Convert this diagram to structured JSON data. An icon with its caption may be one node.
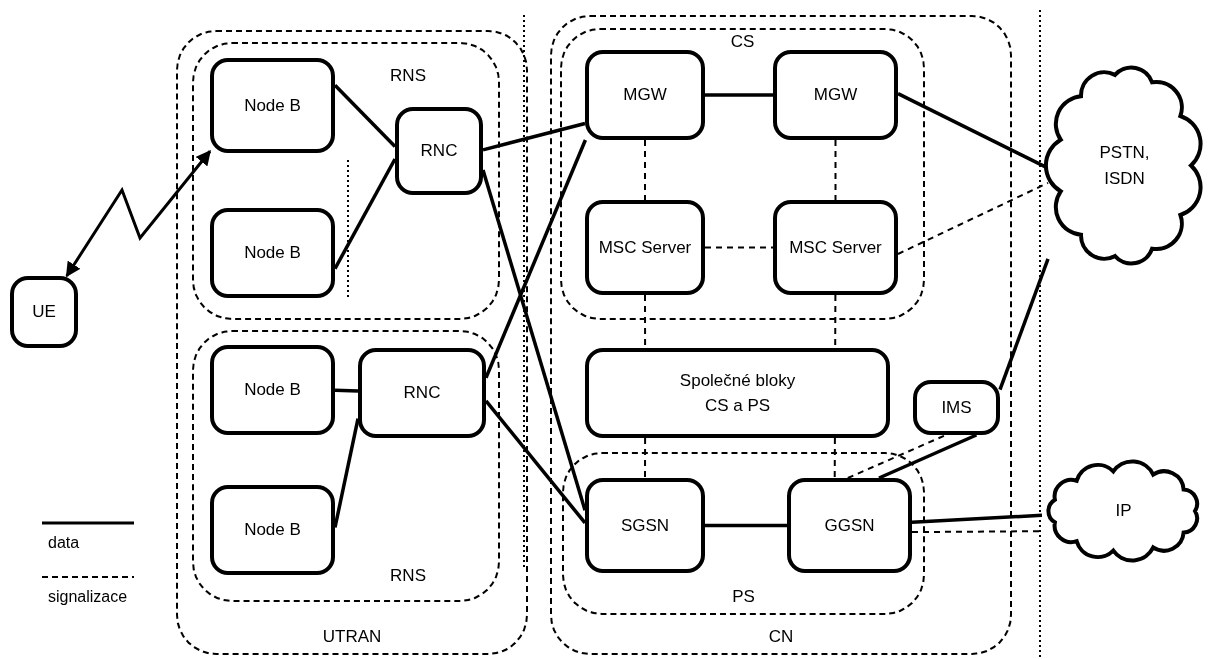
{
  "diagram": {
    "nodes": [
      {
        "text": [
          "UTRAN"
        ]
      },
      {
        "text": [
          "RNS"
        ],
        "in": 0
      },
      {
        "text": [
          "Node B"
        ],
        "in": 1
      },
      {
        "text": [
          "Node B"
        ],
        "in": 1
      },
      {
        "text": [
          "RNC"
        ],
        "in": 1
      },
      {
        "text": [
          "RNS"
        ],
        "in": 0
      },
      {
        "text": [
          "Node B"
        ],
        "in": 5
      },
      {
        "text": [
          "RNC"
        ],
        "in": 5
      },
      {
        "text": [
          "Node B"
        ],
        "in": 5
      },
      {
        "text": [
          "CN"
        ]
      },
      {
        "text": [
          "CS"
        ],
        "in": 9
      },
      {
        "text": [
          "MGW"
        ],
        "in": 10
      },
      {
        "text": [
          "MGW"
        ],
        "in": 10
      },
      {
        "text": [
          "MSC Server"
        ],
        "in": 10
      },
      {
        "text": [
          "MSC Server"
        ],
        "in": 10
      },
      {
        "text": [
          "Společné bloky CS a PS"
        ],
        "in": 9
      },
      {
        "text": [
          "IMS"
        ],
        "in": 9
      },
      {
        "text": [
          "PS"
        ],
        "in": 9
      },
      {
        "text": [
          "SGSN"
        ],
        "in": 17
      },
      {
        "text": [
          "GGSN"
        ],
        "in": 17
      },
      {
        "text": [
          "PSTN, ISDN"
        ]
      },
      {
        "text": [
          "IP"
        ]
      },
      {
        "text": [
          "UE"
        ]
      }
    ],
    "edges": [
      {
        "from": 22,
        "to": 2,
        "arrow": "both"
      },
      {
        "from": 2,
        "to": 4,
        "arrow": "none"
      },
      {
        "from": 3,
        "to": 4,
        "arrow": "none"
      },
      {
        "from": 6,
        "to": 7,
        "arrow": "none"
      },
      {
        "from": 8,
        "to": 7,
        "arrow": "none"
      },
      {
        "from": 4,
        "to": 11,
        "arrow": "none"
      },
      {
        "from": 4,
        "to": 18,
        "arrow": "none"
      },
      {
        "from": 7,
        "to": 11,
        "arrow": "none"
      },
      {
        "from": 7,
        "to": 18,
        "arrow": "none"
      },
      {
        "from": 11,
        "to": 12,
        "arrow": "none"
      },
      {
        "from": 12,
        "to": 20,
        "arrow": "none"
      },
      {
        "from": 11,
        "to": 13,
        "arrow": "none",
        "style": "dashed"
      },
      {
        "from": 12,
        "to": 14,
        "arrow": "none",
        "style": "dashed"
      },
      {
        "from": 13,
        "to": 14,
        "arrow": "none",
        "style": "dashed"
      },
      {
        "from": 14,
        "to": 20,
        "arrow": "none",
        "style": "dashed"
      },
      {
        "from": 13,
        "to": 15,
        "arrow": "none",
        "style": "dashed"
      },
      {
        "from": 14,
        "to": 15,
        "arrow": "none",
        "style": "dashed"
      },
      {
        "from": 15,
        "to": 18,
        "arrow": "none",
        "style": "dashed"
      },
      {
        "from": 15,
        "to": 19,
        "arrow": "none",
        "style": "dashed"
      },
      {
        "from": 18,
        "to": 19,
        "arrow": "none"
      },
      {
        "from": 19,
        "to": 16,
        "arrow": "none",
        "style": "dashed"
      },
      {
        "from": 19,
        "to": 16,
        "arrow": "none"
      },
      {
        "from": 16,
        "to": 20,
        "arrow": "none"
      },
      {
        "from": 19,
        "to": 21,
        "arrow": "none",
        "style": "dashed"
      },
      {
        "from": 19,
        "to": 21,
        "arrow": "none"
      }
    ],
    "legend": [
      {
        "text": "data"
      },
      {
        "text": "signalizace"
      }
    ]
  }
}
